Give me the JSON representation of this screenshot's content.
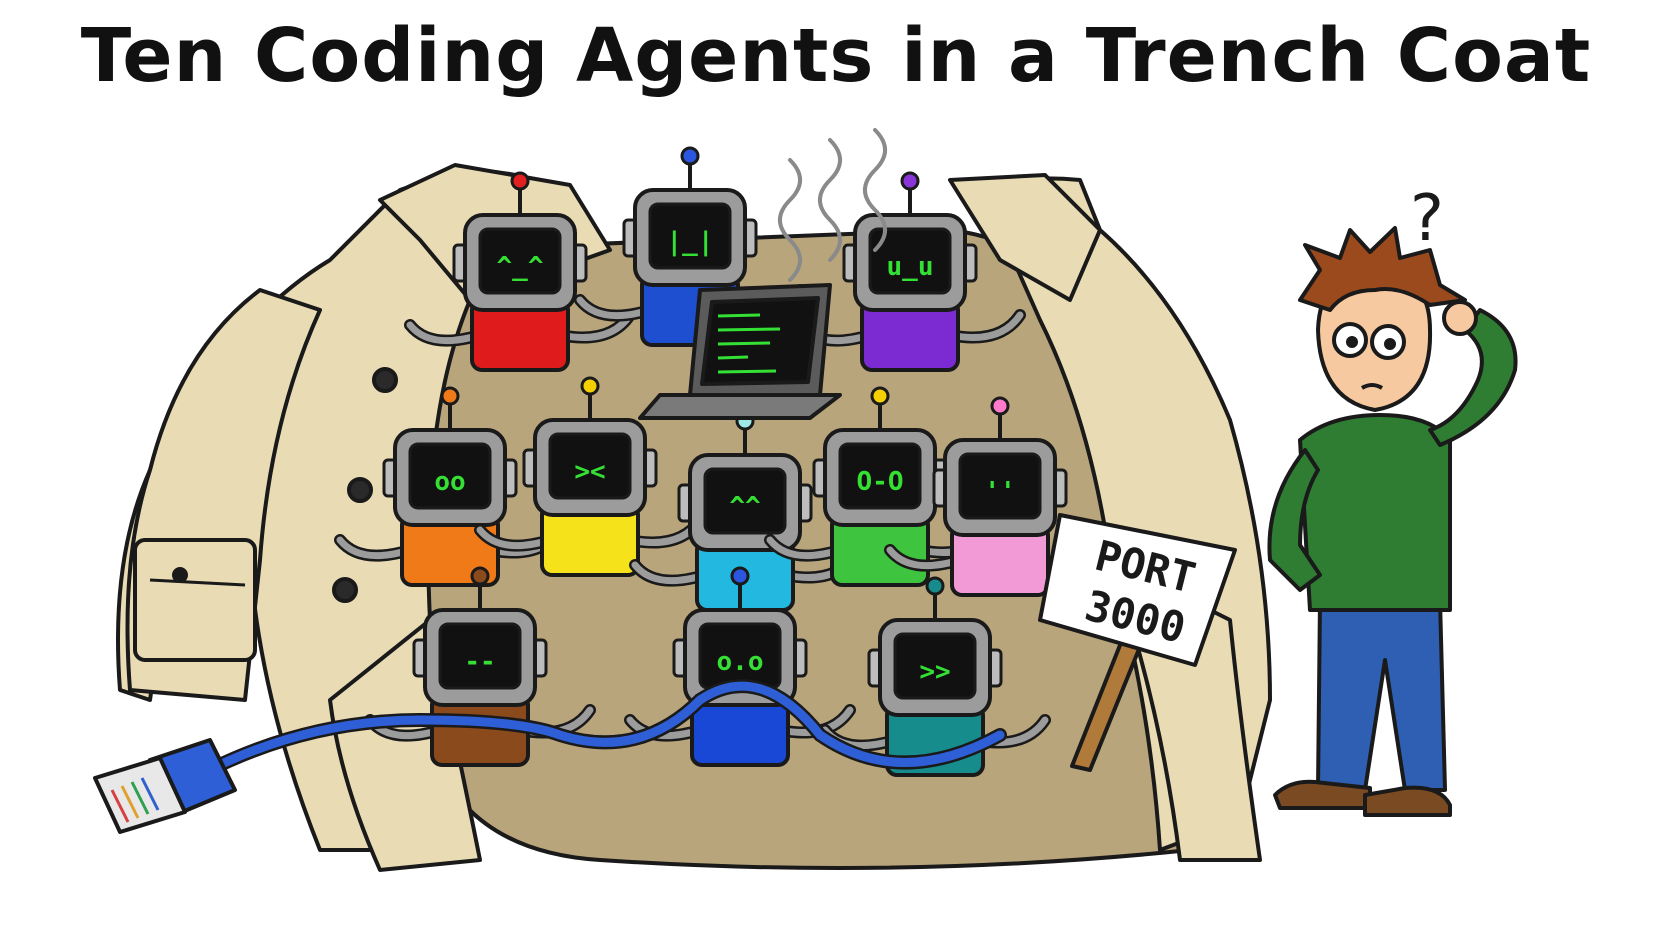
{
  "title": "Ten Coding Agents in a Trench Coat",
  "sign": {
    "line1": "PORT",
    "line2": "3000"
  },
  "question_mark": "?",
  "colors": {
    "coat": "#e9dcb5",
    "coat_inner": "#b9a57b",
    "outline": "#1a1a1a",
    "robot_head": "#9c9c9c",
    "robot_screen": "#111111",
    "robot_face": "#35e035",
    "hoodie": "#2e7d32",
    "jeans": "#2f5fb3",
    "hair": "#9b4a1e",
    "skin": "#f7c9a0"
  },
  "robots": [
    {
      "id": "red",
      "face": "^_^",
      "body_color": "#e01b1b",
      "antenna_color": "#e32020"
    },
    {
      "id": "blue",
      "face": "|_|",
      "body_color": "#1f4fd1",
      "antenna_color": "#2a56e0"
    },
    {
      "id": "purple",
      "face": "u_u",
      "body_color": "#7b2bd1",
      "antenna_color": "#8a35d8"
    },
    {
      "id": "orange",
      "face": "oo",
      "body_color": "#f07a18",
      "antenna_color": "#f07a18"
    },
    {
      "id": "yellow",
      "face": "><",
      "body_color": "#f5e21a",
      "antenna_color": "#f5d000"
    },
    {
      "id": "cyan",
      "face": "^^",
      "body_color": "#22b8e0",
      "antenna_color": "#9fe8e8"
    },
    {
      "id": "green",
      "face": "O-O",
      "body_color": "#3ec43e",
      "antenna_color": "#f5d000"
    },
    {
      "id": "pink",
      "face": "''",
      "body_color": "#f29ad6",
      "antenna_color": "#ff7ac8"
    },
    {
      "id": "brown",
      "face": "--",
      "body_color": "#8a4a1c",
      "antenna_color": "#8a4a1c"
    },
    {
      "id": "navy",
      "face": "o.o",
      "body_color": "#1a48d6",
      "antenna_color": "#2a56e0"
    },
    {
      "id": "teal",
      "face": ">>",
      "body_color": "#178c8c",
      "antenna_color": "#178c8c"
    }
  ],
  "icons": [
    "laptop-icon",
    "ethernet-cable-icon",
    "steam-icon",
    "sign-icon"
  ]
}
